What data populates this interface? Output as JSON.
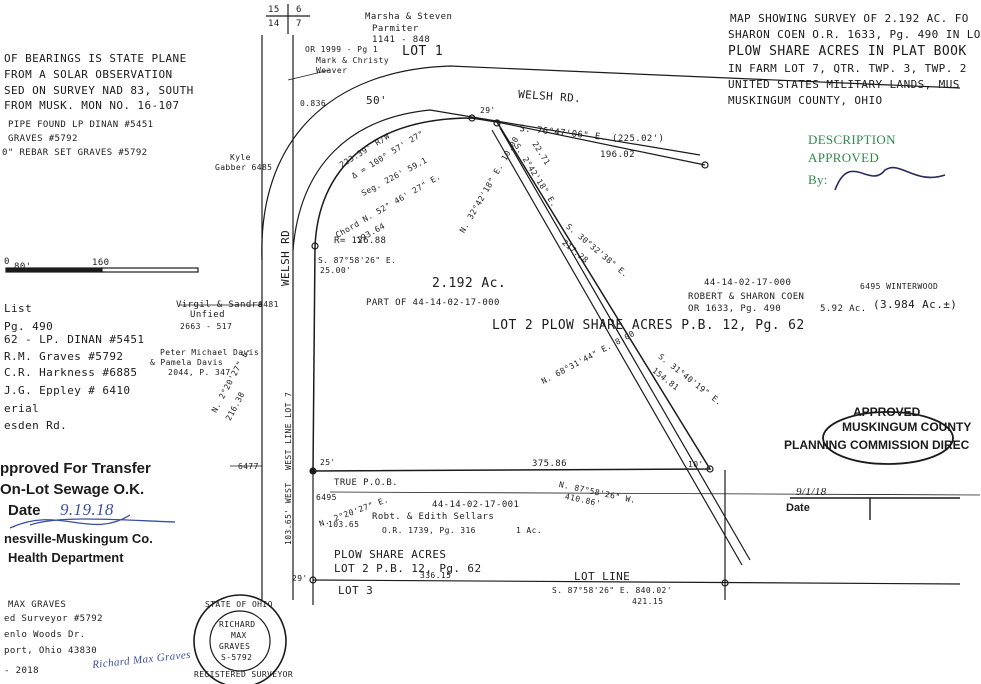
{
  "header": {
    "line1": "MAP SHOWING SURVEY OF 2.192 AC. FO",
    "line2": "SHARON COEN O.R. 1633, Pg. 490 IN LO",
    "line3": "PLOW SHARE ACRES IN PLAT BOOK",
    "line4": "IN FARM LOT 7, QTR. TWP. 3, TWP. 2",
    "line5": "UNITED STATES MILITARY LANDS, MUS",
    "line6": "MUSKINGUM COUNTY, OHIO"
  },
  "bearings_note": [
    "OF BEARINGS IS STATE PLANE",
    "FROM A SOLAR OBSERVATION",
    "SED ON SURVEY NAD 83, SOUTH",
    "FROM MUSK. MON NO. 16-107"
  ],
  "pins_note": [
    "PIPE FOUND LP DINAN #5451",
    "GRAVES #5792",
    "0\" REBAR SET GRAVES #5792"
  ],
  "scale": {
    "zero": "0",
    "mid": "80'",
    "end": "160"
  },
  "list": {
    "l1": "List",
    "l2": "Pg. 490",
    "l3": "62 - LP. DINAN #5451",
    "l4": "R.M. Graves #5792",
    "l5": "C.R. Harkness #6885",
    "l6": "J.G. Eppley # 6410",
    "l7": "erial",
    "l8": "esden Rd."
  },
  "section_numbers": {
    "n15": "15",
    "n6": "6",
    "n14": "14",
    "n7": "7"
  },
  "owners": {
    "parmiter": "Marsha & Steven",
    "parmiter2": "Parmiter",
    "parmiter_book": "1141 - 848",
    "weaver_or": "OR 1999 - Pg 1",
    "weaver": "Mark & Christy",
    "weaver2": "Weaver",
    "gabber": "Kyle",
    "gabber2": "Gabber 6485",
    "unfied": "Virgil & Sandra",
    "unfied2": "Unfied",
    "unfied_book": "2663 - 517",
    "unfied_no": "6481",
    "davis": "Peter Michael Davis",
    "davis2": "& Pamela Davis",
    "davis_book": "2044, P. 347",
    "coen_id": "44-14-02-17-000",
    "coen_name": "ROBERT & SHARON COEN",
    "coen_book": "OR 1633, Pg. 490",
    "coen_ac": "5.92 Ac.",
    "coen_rest": "(3.984 Ac.±)",
    "winterwood": "6495 WINTERWOOD",
    "sellars_id": "44-14-02-17-001",
    "sellars": "Robt. & Edith Sellars",
    "sellars_book": "O.R. 1739, Pg. 316",
    "sellars_ac": "1 Ac.",
    "n6477": "6477",
    "n6495": "6495"
  },
  "parcel": {
    "area": "2.192 Ac.",
    "part_of": "PART OF 44-14-02-17-000",
    "lot2": "LOT 2  PLOW  SHARE ACRES  P.B. 12, Pg. 62",
    "lot1": "LOT 1",
    "lot3": "LOT 3",
    "lot2b": "LOT 2  P.B. 12, Pg. 62",
    "psa": "PLOW SHARE ACRES",
    "lot_line": "LOT LINE",
    "true_pob": "TRUE P.O.B."
  },
  "roads": {
    "welsh_rd_top": "WELSH RD.",
    "welsh_rd_side": "WELSH RD",
    "row50": "50'"
  },
  "dims": {
    "d0836": "0.836",
    "d29": "29'",
    "s7647": "S. 76°47'06\" E.",
    "d225": "(225.02')",
    "d19602": "196.02",
    "s2424": "S. 2°42'18\" E.",
    "d2271": "22.71",
    "s3032": "S. 30°32'38\" E.",
    "d21728": "217.28",
    "s3140": "S. 31°40'19\" E.",
    "d15481": "154.81",
    "n3242": "N. 32°42'18\" E. 10.00",
    "n6891": "N. 68°31'44\" E. 8.00",
    "arc": "223.39' R/W",
    "delta": "Δ = 100° 57' 27\"",
    "seg": "Seg. 226' 59.1",
    "chord": "Chord N. 52° 46' 27\" E.",
    "chord_len": "193.64",
    "radius": "R= 126.88",
    "s8758": "S. 87°58'26\" E.",
    "d2500": "25.00'",
    "n2202": "N. 2°20'27\" E.",
    "d21638": "216.38",
    "d37586": "375.86",
    "d25": "25'",
    "d10": "10'",
    "n8759": "N. 87°58'26\" W.",
    "d41086": "410.86'",
    "n2202b": "N. 2°20'27\" E.",
    "d10365": "103.65",
    "d33615": "336.15",
    "d29b": "29'",
    "s8758b": "S. 87°58'26\" E.  840.02'",
    "d42115": "421.15",
    "west_lot": "WEST LINE LOT 7",
    "west_lot2": "103.65' WEST"
  },
  "stamps": {
    "desc1": "DESCRIPTION",
    "desc2": "APPROVED",
    "desc3": "By:",
    "approved": "APPROVED",
    "county": "MUSKINGUM COUNTY",
    "planning": "PLANNING COMMISSION DIREC",
    "pc_date": "9/1/18",
    "pc_date_label": "Date",
    "transfer1": "pproved For Transfer",
    "transfer2": "On-Lot Sewage O.K.",
    "transfer3": "Date",
    "transfer_date": "9.19.18",
    "health1": "nesville-Muskingum Co.",
    "health2": "Health Department"
  },
  "surveyor": {
    "s1": "MAX GRAVES",
    "s2": "ed Surveyor #5792",
    "s3": "enlo Woods Dr.",
    "s4": "port, Ohio 43830",
    "s5": "- 2018",
    "sig": "Richard Max Graves",
    "seal_top": "STATE OF OHIO",
    "seal_n1": "RICHARD",
    "seal_n2": "MAX",
    "seal_n3": "GRAVES",
    "seal_n4": "S-5792",
    "seal_bottom": "REGISTERED SURVEYOR"
  }
}
